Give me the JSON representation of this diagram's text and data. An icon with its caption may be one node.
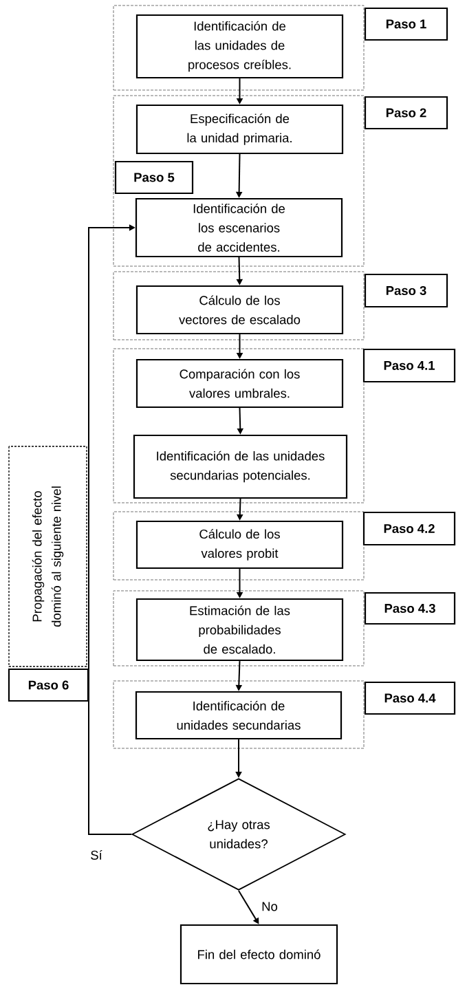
{
  "diagram": {
    "nodes": [
      {
        "text": [],
        "shape": "box"
      },
      {
        "text": [
          "Identificación de las unidades de procesos creíbles."
        ],
        "in": 0
      },
      {
        "text": [
          "Paso 1"
        ]
      },
      {
        "text": [],
        "shape": "box"
      },
      {
        "text": [
          "Especificación de la unidad primaria."
        ],
        "in": 3
      },
      {
        "text": [
          "Paso 2"
        ]
      },
      {
        "text": [
          "Paso 5"
        ],
        "in": 3
      },
      {
        "text": [
          "Identificación de los escenarios de accidentes."
        ],
        "in": 3
      },
      {
        "text": [],
        "shape": "box"
      },
      {
        "text": [
          "Cálculo de los vectores de escalado"
        ],
        "in": 8
      },
      {
        "text": [
          "Paso 3"
        ]
      },
      {
        "text": [],
        "shape": "box"
      },
      {
        "text": [
          "Comparación con los valores umbrales."
        ],
        "in": 11
      },
      {
        "text": [
          "Paso 4.1"
        ]
      },
      {
        "text": [
          "Identificación de las unidades secundarias potenciales."
        ],
        "in": 11
      },
      {
        "text": [],
        "shape": "box"
      },
      {
        "text": [
          "Cálculo de los valores probit"
        ],
        "in": 15
      },
      {
        "text": [
          "Paso 4.2"
        ]
      },
      {
        "text": [],
        "shape": "box"
      },
      {
        "text": [
          "Estimación de las probabilidades de escalado."
        ],
        "in": 18
      },
      {
        "text": [
          "Paso 4.3"
        ]
      },
      {
        "text": [],
        "shape": "box"
      },
      {
        "text": [
          "Identificación de unidades secundarias"
        ],
        "in": 21
      },
      {
        "text": [
          "Paso 4.4"
        ]
      },
      {
        "text": [
          "Propagación del efecto dominó al siguiente nivel"
        ]
      },
      {
        "text": [
          "Paso 6"
        ]
      },
      {
        "text": [
          "¿Hay otras unidades?"
        ]
      },
      {
        "text": [
          "Fin del efecto dominó"
        ]
      }
    ],
    "edges": [
      {
        "from": 1,
        "to": 4,
        "arrow": "to"
      },
      {
        "from": 4,
        "to": 7,
        "arrow": "to"
      },
      {
        "from": 7,
        "to": 9,
        "arrow": "to"
      },
      {
        "from": 9,
        "to": 12,
        "arrow": "to"
      },
      {
        "from": 12,
        "to": 14,
        "arrow": "to"
      },
      {
        "from": 14,
        "to": 16,
        "arrow": "to"
      },
      {
        "from": 16,
        "to": 19,
        "arrow": "to"
      },
      {
        "from": 19,
        "to": 22,
        "arrow": "to"
      },
      {
        "from": 22,
        "to": 26,
        "arrow": "to"
      },
      {
        "from": 26,
        "to": 27,
        "arrow": "to",
        "label": "No"
      },
      {
        "from": 26,
        "to": 7,
        "arrow": "to",
        "label": "Sí"
      }
    ]
  }
}
